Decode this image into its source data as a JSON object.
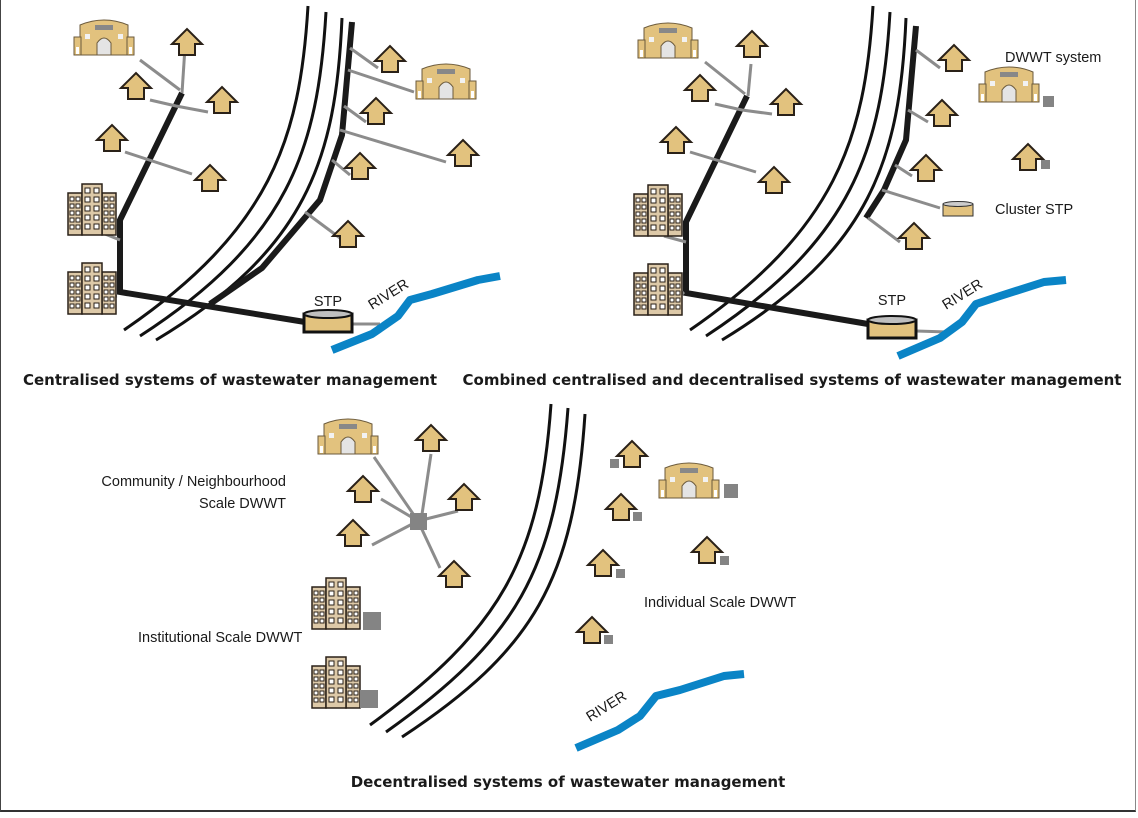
{
  "colors": {
    "house_fill": "#e2c27e",
    "house_stroke": "#2a2118",
    "building_fill": "#ddc9a8",
    "sewer": "#1a1a1a",
    "connector": "#8c8c8c",
    "dwwt_unit": "#848484",
    "river": "#0a84c6",
    "road": "#111111"
  },
  "panels": [
    {
      "id": "centralised",
      "caption": "Centralised systems of wastewater  management",
      "labels": {
        "stp": "STP",
        "river": "RIVER"
      }
    },
    {
      "id": "combined",
      "caption": "Combined centralised and decentralised systems of wastewater management",
      "labels": {
        "stp": "STP",
        "river": "RIVER",
        "dwwt_system": "DWWT system",
        "cluster_stp": "Cluster  STP"
      }
    },
    {
      "id": "decentralised",
      "caption": "Decentralised systems of wastewater management",
      "labels": {
        "river": "RIVER",
        "community_line1": "Community / Neighbourhood",
        "community_line2": "Scale DWWT",
        "institutional": "Institutional Scale DWWT",
        "individual": "Individual Scale DWWT"
      }
    }
  ]
}
